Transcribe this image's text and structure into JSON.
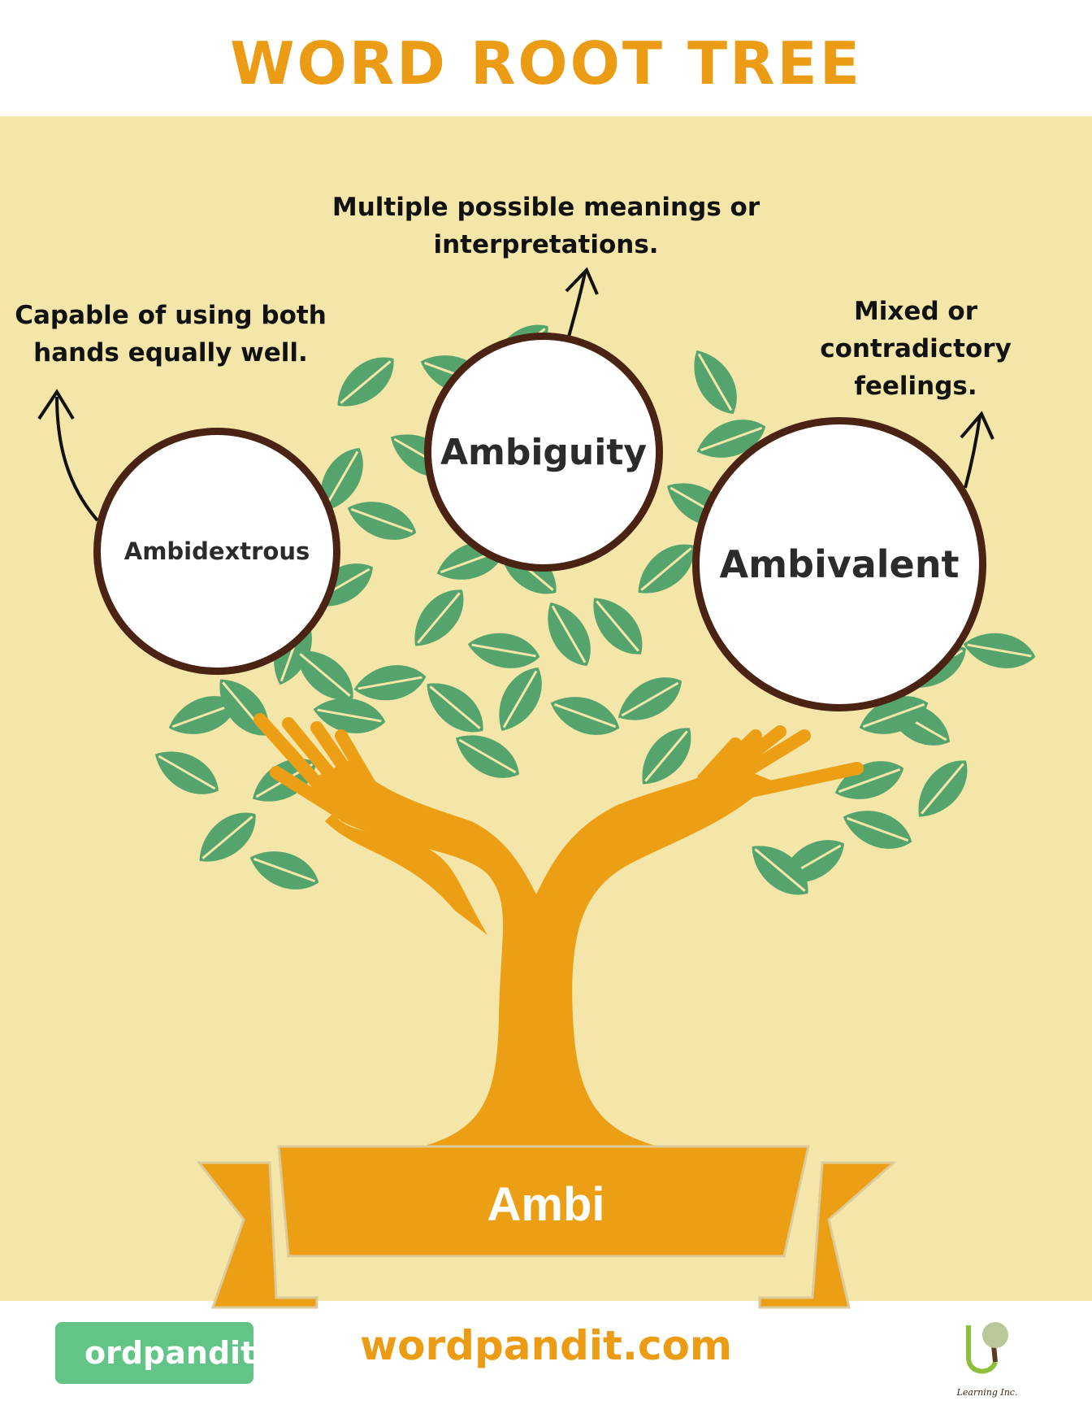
{
  "title": "WORD ROOT TREE",
  "root": "Ambi",
  "words": [
    {
      "word": "Ambidextrous",
      "definition_lines": [
        "Capable of using both",
        "hands equally well."
      ]
    },
    {
      "word": "Ambiguity",
      "definition_lines": [
        "Multiple possible meanings or",
        "interpretations."
      ]
    },
    {
      "word": "Ambivalent",
      "definition_lines": [
        "Mixed or",
        "contradictory",
        "feelings."
      ]
    }
  ],
  "footer": {
    "logo_text": "ordpandit",
    "site": "wordpandit.com",
    "partner_logo_text": "Learning Inc."
  },
  "colors": {
    "accent": "#eb9c14",
    "background": "#f3e6a8",
    "leaf": "#55a46e",
    "circle_border": "#4a2314",
    "logo_green": "#63c487"
  }
}
